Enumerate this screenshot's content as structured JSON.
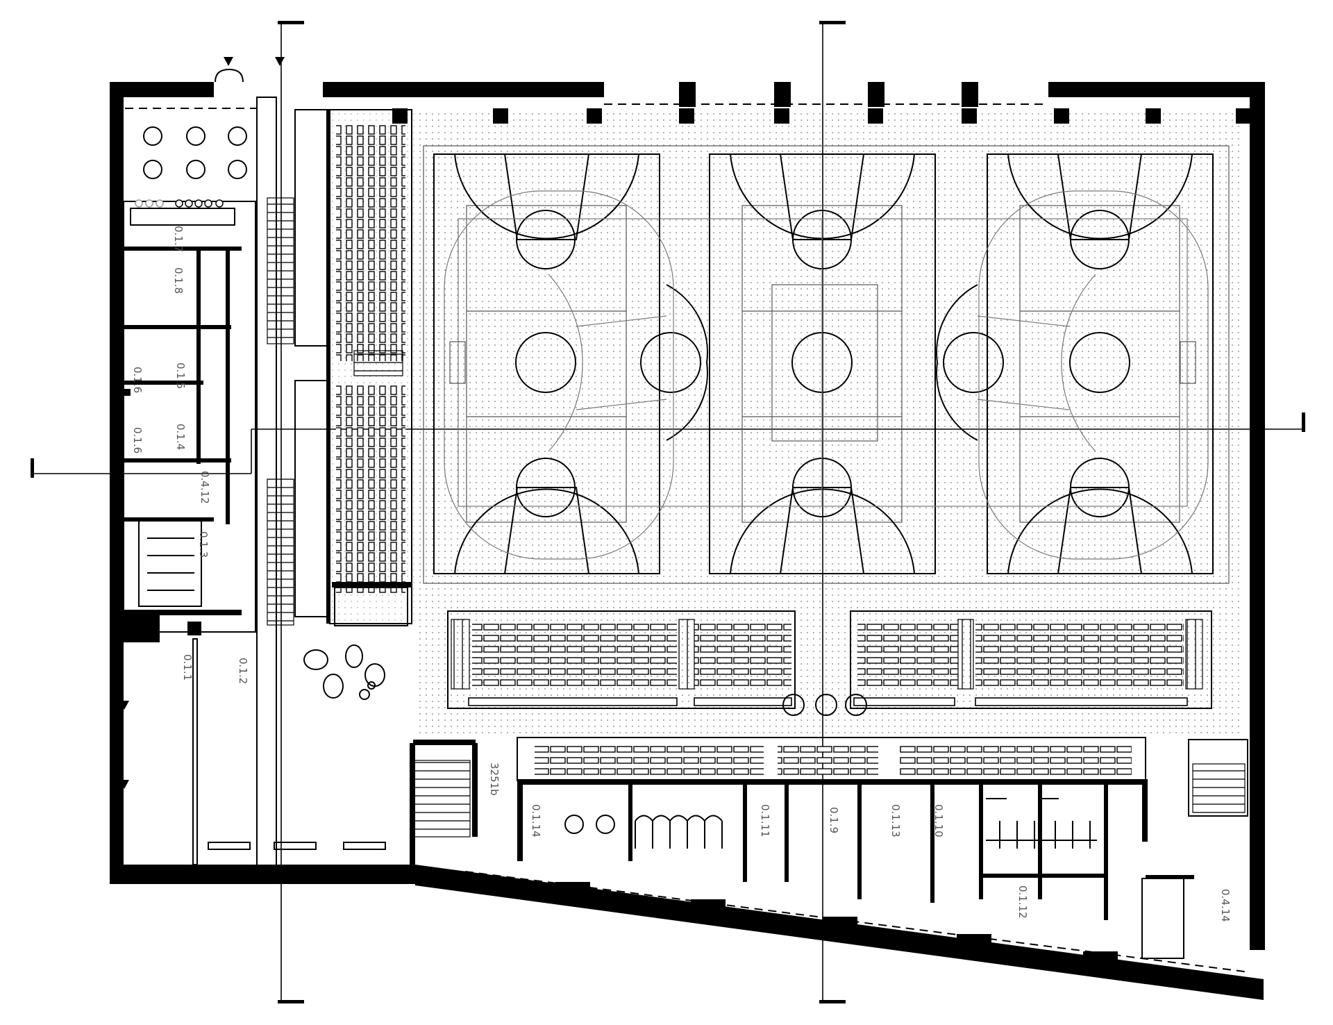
{
  "room_labels": {
    "r017": "0.1.7",
    "r018": "0.1.8",
    "r015": "0.1.5",
    "r016a": "0.1.6",
    "r016b": "0.1.6",
    "r014a": "0.1.4",
    "r012a": "0.4.12",
    "r013": "0.1.3",
    "r011": "0.1.1",
    "r012": "0.1.2",
    "area": "3251b",
    "r014b": "0.1.14",
    "r0111": "0.1.11",
    "r019": "0.1.9",
    "r0113": "0.1.13",
    "r0110": "0.1.10",
    "r0112": "0.1.12",
    "r0414": "0.4.14"
  },
  "colors": {
    "line": "#000000",
    "background": "#ffffff",
    "label": "#555555"
  }
}
